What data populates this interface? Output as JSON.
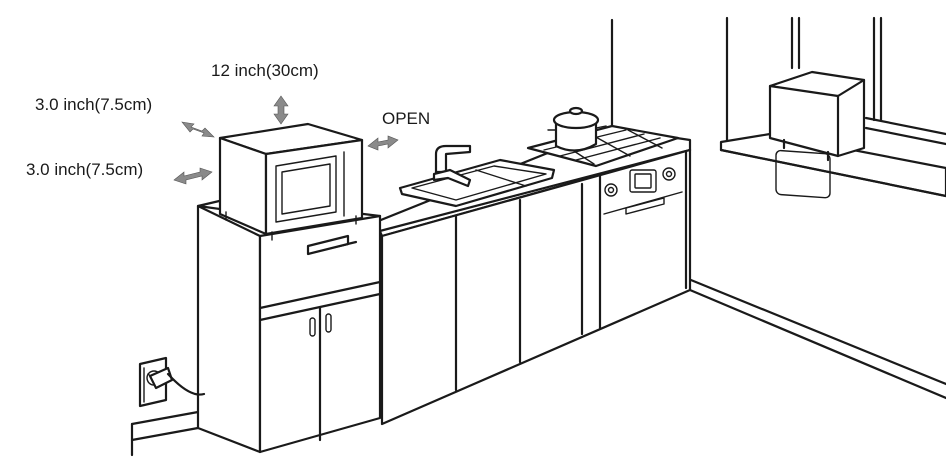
{
  "labels": {
    "top_clearance": "12 inch(30cm)",
    "side_clearance": "3.0 inch(7.5cm)",
    "back_clearance": "3.0 inch(7.5cm)",
    "open_side": "OPEN"
  },
  "colors": {
    "line": "#1a1a1a",
    "arrow_fill": "#8a8a8a",
    "background": "#ffffff"
  },
  "icons": {
    "clearance_arrow": "double-arrow-icon",
    "power_plug": "plug-icon",
    "wall_socket": "socket-icon"
  }
}
